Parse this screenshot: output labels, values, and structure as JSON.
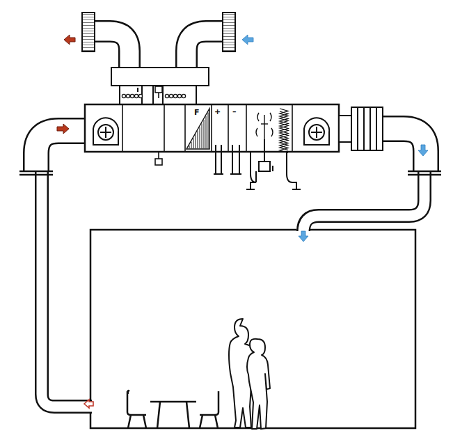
{
  "diagram": {
    "labels": [
      "F",
      "+",
      "–"
    ]
  }
}
